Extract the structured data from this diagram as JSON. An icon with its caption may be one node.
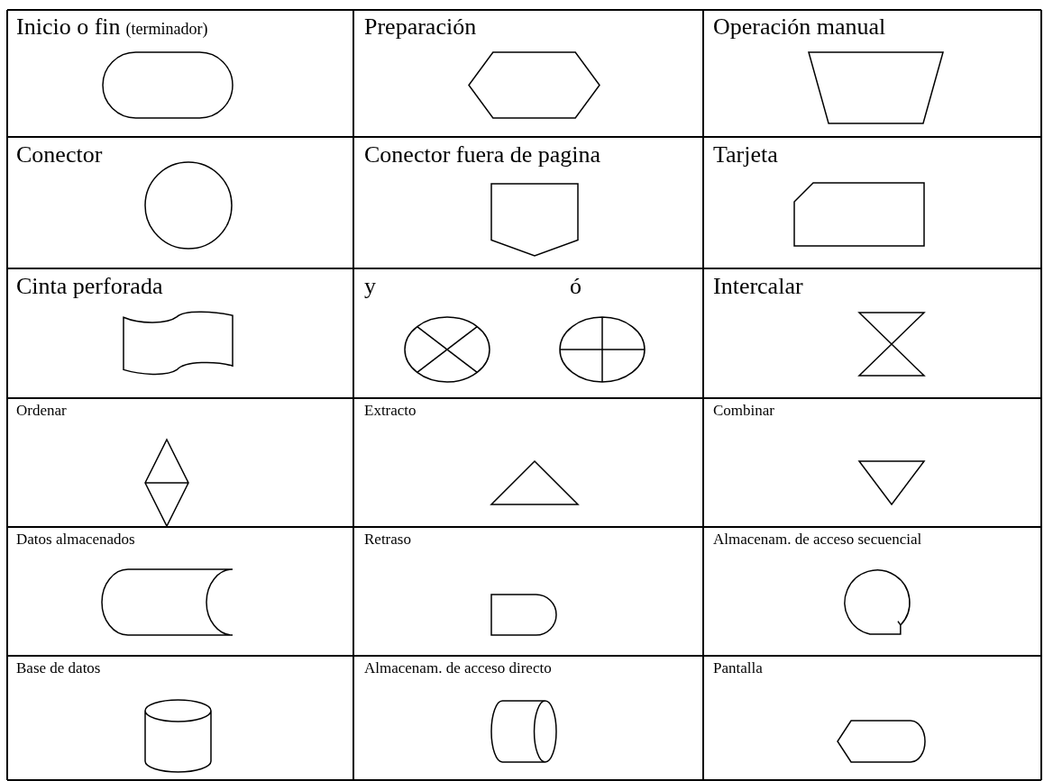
{
  "diagram": {
    "nodes": [
      {
        "text": [],
        "shape": "capsule"
      },
      {
        "text": [],
        "shape": "hexagon"
      },
      {
        "text": [],
        "shape": "trapezoid"
      },
      {
        "text": [],
        "shape": "circle"
      },
      {
        "text": [],
        "shape": "pentagon"
      },
      {
        "text": [],
        "shape": "card"
      },
      {
        "text": [],
        "shape": "tape"
      },
      {
        "text": [],
        "shape": "ellipse"
      },
      {
        "text": [],
        "shape": "ellipse"
      },
      {
        "text": [],
        "shape": "hourglass"
      },
      {
        "text": [],
        "shape": "diamond"
      },
      {
        "text": [],
        "shape": "triangle"
      },
      {
        "text": [],
        "shape": "triangle"
      },
      {
        "text": [],
        "shape": "drum"
      },
      {
        "text": [],
        "shape": "bullet"
      },
      {
        "text": [],
        "shape": "circle"
      },
      {
        "text": [],
        "shape": "cylinder"
      },
      {
        "text": [],
        "shape": "drum"
      },
      {
        "text": [],
        "shape": "display"
      }
    ],
    "labels": [
      "Inicio o fin",
      "(terminador)",
      "Preparación",
      "Operación manual",
      "Conector",
      "Conector fuera de pagina",
      "Tarjeta",
      "Cinta perforada",
      "y",
      "ó",
      "Intercalar",
      "Ordenar",
      "Extracto",
      "Combinar",
      "Datos almacenados",
      "Retraso",
      "Almacenam. de acceso secuencial",
      "Base de datos",
      "Almacenam. de acceso directo",
      "Pantalla"
    ]
  }
}
